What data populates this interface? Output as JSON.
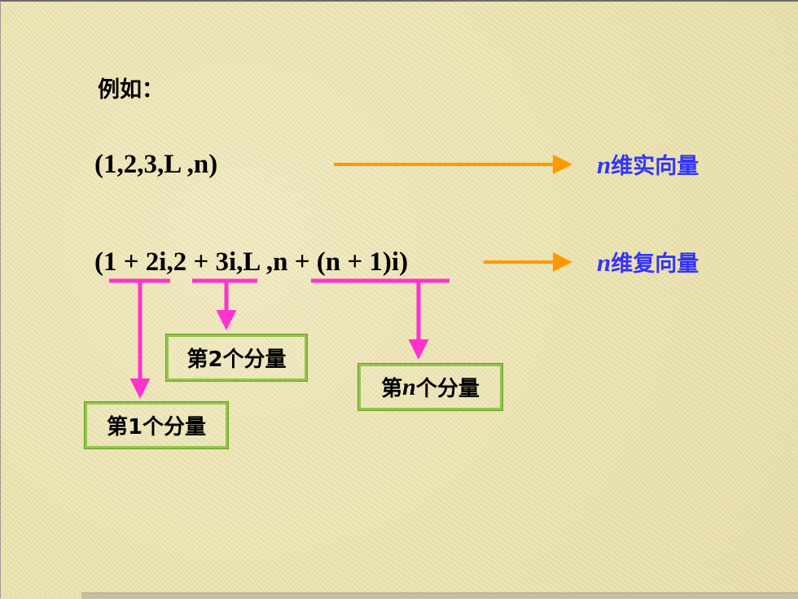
{
  "example_label": "例如：",
  "vector_real": "(1,2,3,L  ,n)",
  "vector_complex": "(1 + 2i,2 + 3i,L  ,n + (n + 1)i)",
  "label_real": {
    "var": "n",
    "text": "维实向量"
  },
  "label_complex": {
    "var": "n",
    "text": "维复向量"
  },
  "component_1": "第1个分量",
  "component_2": "第2个分量",
  "component_n": {
    "prefix": "第",
    "var": "n",
    "suffix": "个分量"
  },
  "colors": {
    "arrow_orange": "#ff9900",
    "bracket_magenta": "#ff33cc",
    "label_blue": "#3333ff",
    "box_border": "#92c54a"
  }
}
